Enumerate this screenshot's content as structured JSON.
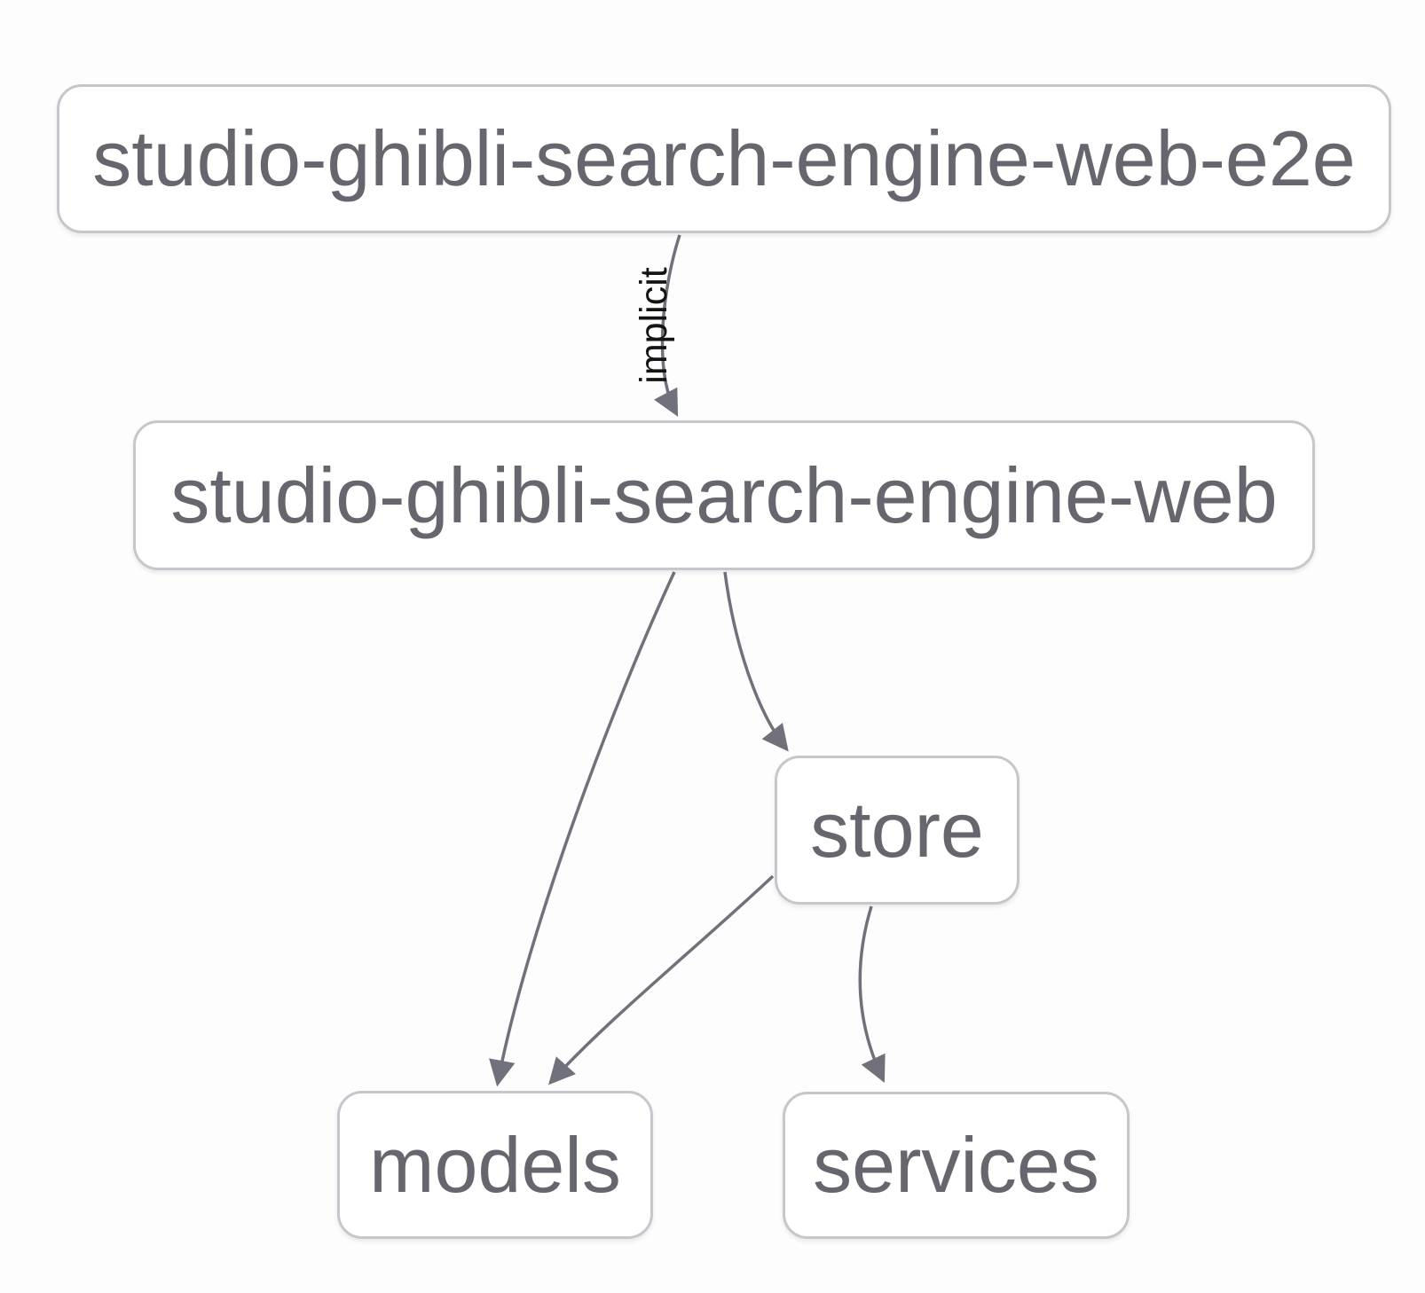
{
  "diagram": {
    "kind": "project-dependency-graph",
    "nodes": [
      {
        "id": "studio-ghibli-search-engine-web-e2e",
        "label": "studio-ghibli-search-engine-web-e2e"
      },
      {
        "id": "studio-ghibli-search-engine-web",
        "label": "studio-ghibli-search-engine-web"
      },
      {
        "id": "store",
        "label": "store"
      },
      {
        "id": "models",
        "label": "models"
      },
      {
        "id": "services",
        "label": "services"
      }
    ],
    "edges": [
      {
        "from": "studio-ghibli-search-engine-web-e2e",
        "to": "studio-ghibli-search-engine-web",
        "label": "implicit"
      },
      {
        "from": "studio-ghibli-search-engine-web",
        "to": "store",
        "label": ""
      },
      {
        "from": "studio-ghibli-search-engine-web",
        "to": "models",
        "label": ""
      },
      {
        "from": "store",
        "to": "models",
        "label": ""
      },
      {
        "from": "store",
        "to": "services",
        "label": ""
      }
    ],
    "colors": {
      "background": "#fdfdfd",
      "node_background": "#ffffff",
      "node_border": "#c7c6cc",
      "node_text": "#66666f",
      "edge": "#71717b",
      "edge_label_text": "#141414"
    }
  }
}
